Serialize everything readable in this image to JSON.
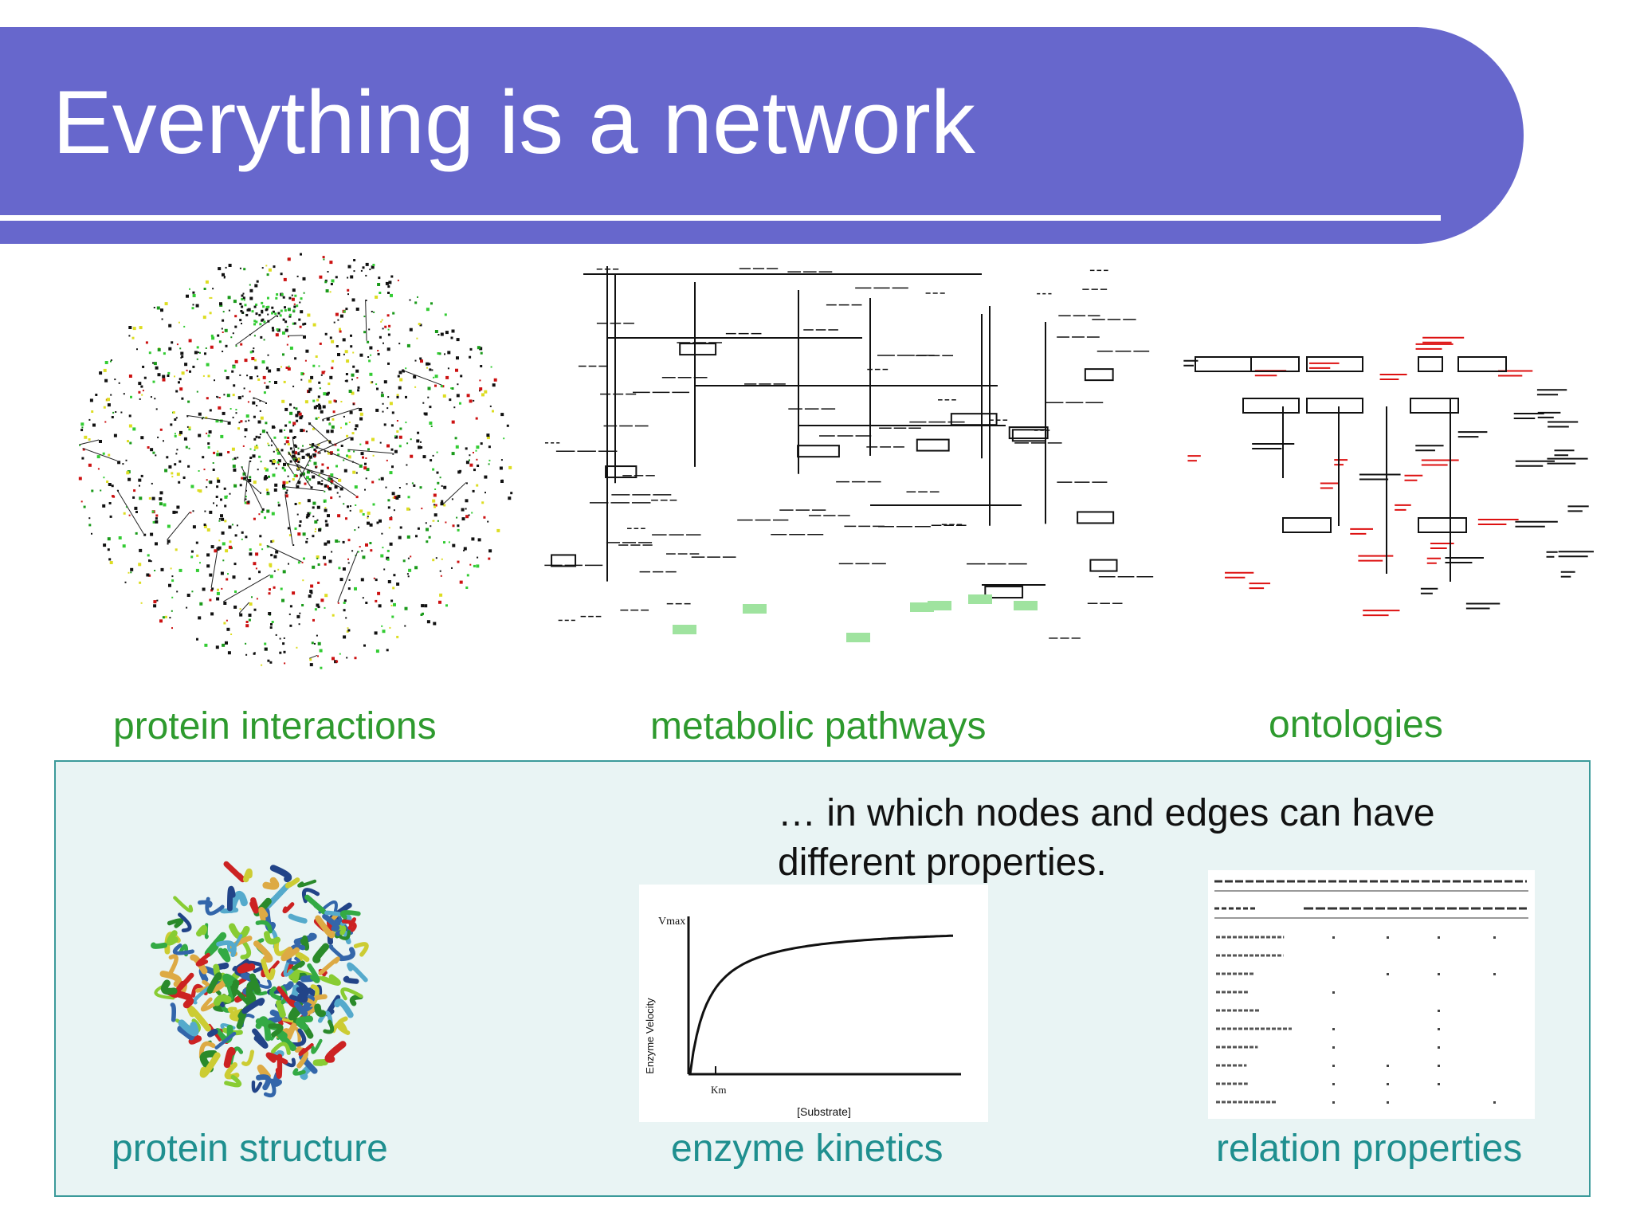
{
  "slide": {
    "title": "Everything is a network",
    "top_labels": {
      "protein_interactions": "protein interactions",
      "metabolic_pathways": "metabolic pathways",
      "ontologies": "ontologies"
    },
    "panel": {
      "note": "… in which nodes and edges can have different properties.",
      "labels": {
        "protein_structure": "protein structure",
        "enzyme_kinetics": "enzyme kinetics",
        "relation_properties": "relation properties"
      },
      "kinetics_figure": {
        "y_axis": "Enzyme Velocity",
        "x_axis": "[Substrate]",
        "km_label": "Km",
        "vmax_label": "Vmax"
      }
    },
    "colors": {
      "banner": "#6767cc",
      "label_green": "#2e9a2e",
      "label_teal": "#1f8f8f",
      "panel_bg": "#e9f4f4"
    }
  }
}
